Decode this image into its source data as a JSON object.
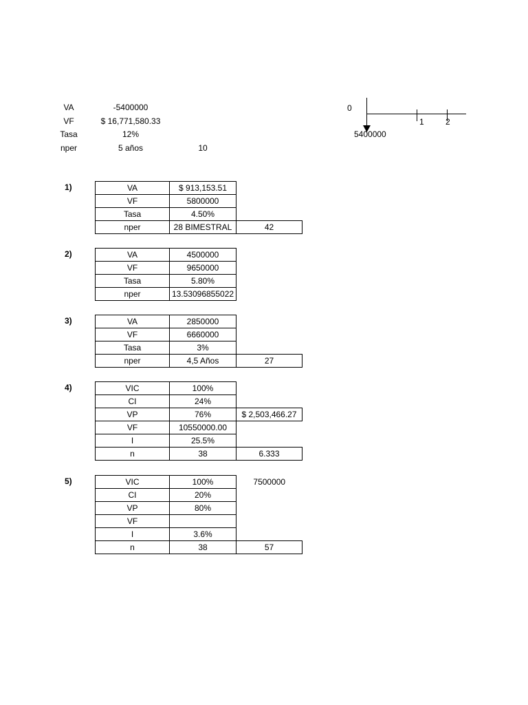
{
  "top": {
    "rows": [
      {
        "label": "VA",
        "value": "-5400000",
        "extra": ""
      },
      {
        "label": "VF",
        "value": "$ 16,771,580.33",
        "extra": ""
      },
      {
        "label": "Tasa",
        "value": "12%",
        "extra": ""
      },
      {
        "label": "nper",
        "value": "5 años",
        "extra": "10"
      }
    ]
  },
  "timeline": {
    "zero_label": "0",
    "tick1": "1",
    "tick2": "2",
    "amount": "5400000"
  },
  "problems": [
    {
      "number": "1)",
      "rows": [
        {
          "label": "VA",
          "value": "$ 913,153.51",
          "extra": ""
        },
        {
          "label": "VF",
          "value": "5800000",
          "extra": ""
        },
        {
          "label": "Tasa",
          "value": "4.50%",
          "extra": ""
        },
        {
          "label": "nper",
          "value": "28 BIMESTRAL",
          "extra": "42"
        }
      ]
    },
    {
      "number": "2)",
      "rows": [
        {
          "label": "VA",
          "value": "4500000",
          "extra": ""
        },
        {
          "label": "VF",
          "value": "9650000",
          "extra": ""
        },
        {
          "label": "Tasa",
          "value": "5.80%",
          "extra": ""
        },
        {
          "label": "nper",
          "value": "13.53096855022",
          "extra": ""
        }
      ]
    },
    {
      "number": "3)",
      "rows": [
        {
          "label": "VA",
          "value": "2850000",
          "extra": ""
        },
        {
          "label": "VF",
          "value": "6660000",
          "extra": ""
        },
        {
          "label": "Tasa",
          "value": "3%",
          "extra": ""
        },
        {
          "label": "nper",
          "value": "4,5 Años",
          "extra": "27"
        }
      ]
    },
    {
      "number": "4)",
      "rows": [
        {
          "label": "VIC",
          "value": "100%",
          "extra": ""
        },
        {
          "label": "CI",
          "value": "24%",
          "extra": ""
        },
        {
          "label": "VP",
          "value": "76%",
          "extra": "$ 2,503,466.27"
        },
        {
          "label": "VF",
          "value": "10550000.00",
          "extra": ""
        },
        {
          "label": "I",
          "value": "25.5%",
          "extra": ""
        },
        {
          "label": "n",
          "value": "38",
          "extra": "6.333"
        }
      ]
    },
    {
      "number": "5)",
      "rows": [
        {
          "label": "VIC",
          "value": "100%",
          "extra": "7500000"
        },
        {
          "label": "CI",
          "value": "20%",
          "extra": ""
        },
        {
          "label": "VP",
          "value": "80%",
          "extra": ""
        },
        {
          "label": "VF",
          "value": "",
          "extra": ""
        },
        {
          "label": "I",
          "value": "3.6%",
          "extra": ""
        },
        {
          "label": "n",
          "value": "38",
          "extra": "57"
        }
      ]
    }
  ]
}
